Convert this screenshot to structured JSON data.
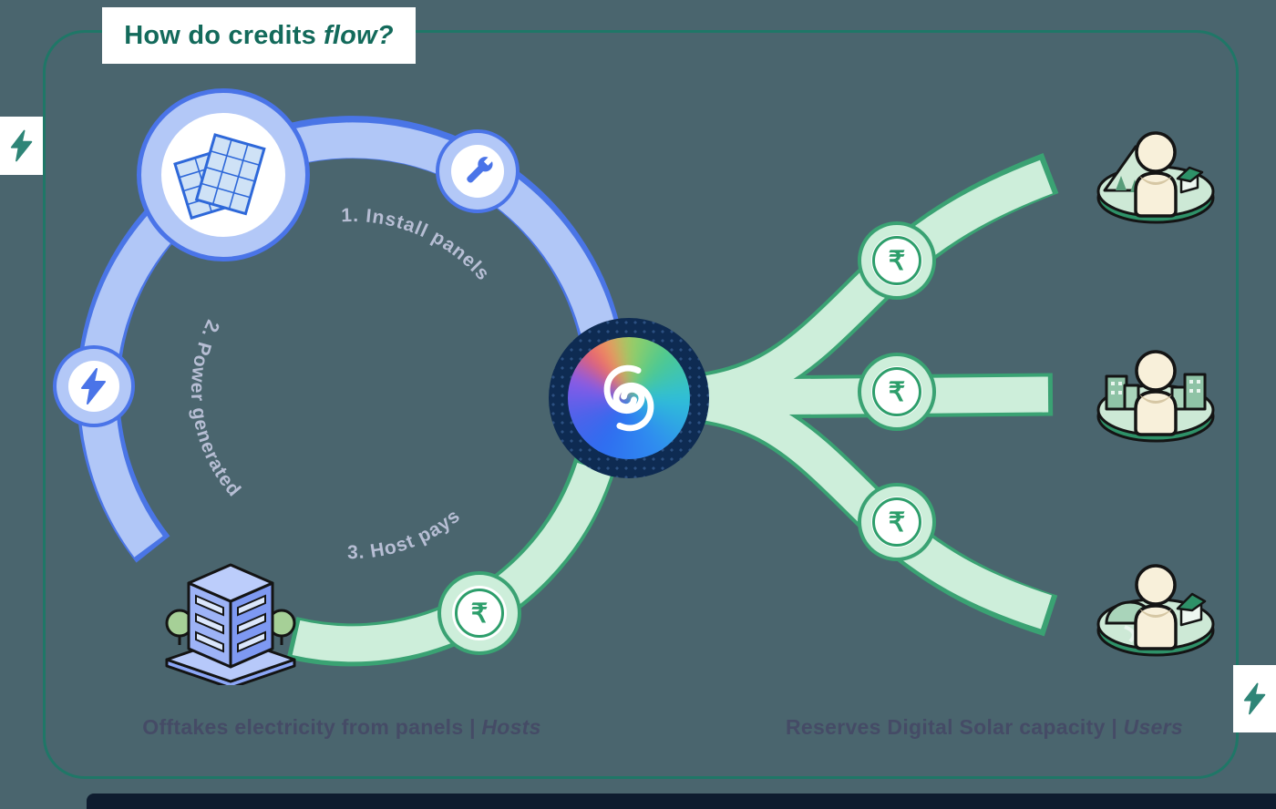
{
  "title": {
    "prefix": "How do credits",
    "emphasis": "flow?"
  },
  "steps": [
    "1. Install panels",
    "2. Power generated",
    "3. Host pays"
  ],
  "captions": {
    "hosts": {
      "text": "Offtakes electricity from panels |",
      "emphasis": "Hosts"
    },
    "users": {
      "text": "Reserves Digital Solar capacity |",
      "emphasis": "Users"
    }
  },
  "currency": {
    "symbol": "₹"
  },
  "icons": {
    "center": "brand-logo",
    "cycle": [
      "solar-panels-icon",
      "wrench-icon",
      "lightning-bolt-icon",
      "hosts-building-icon"
    ],
    "coins": [
      "rupee-icon",
      "rupee-icon",
      "rupee-icon",
      "rupee-icon"
    ],
    "edges": [
      "lightning-bolt-icon",
      "lightning-bolt-icon"
    ],
    "users": [
      "user-mountain-island-icon",
      "user-city-island-icon",
      "user-rural-island-icon"
    ]
  },
  "colors": {
    "background": "#4a656e",
    "frame": "#1f7767",
    "blue_band_fill": "#b1c7f7",
    "blue_band_border": "#4a74e8",
    "green_band_fill": "#cdeeda",
    "green_band_border": "#3aa273",
    "arc_label": "#b7bed4",
    "caption": "#454b66",
    "title": "#136a5b",
    "logo_navy": "#0e2b52",
    "edge_bolt": "#2e8577"
  }
}
